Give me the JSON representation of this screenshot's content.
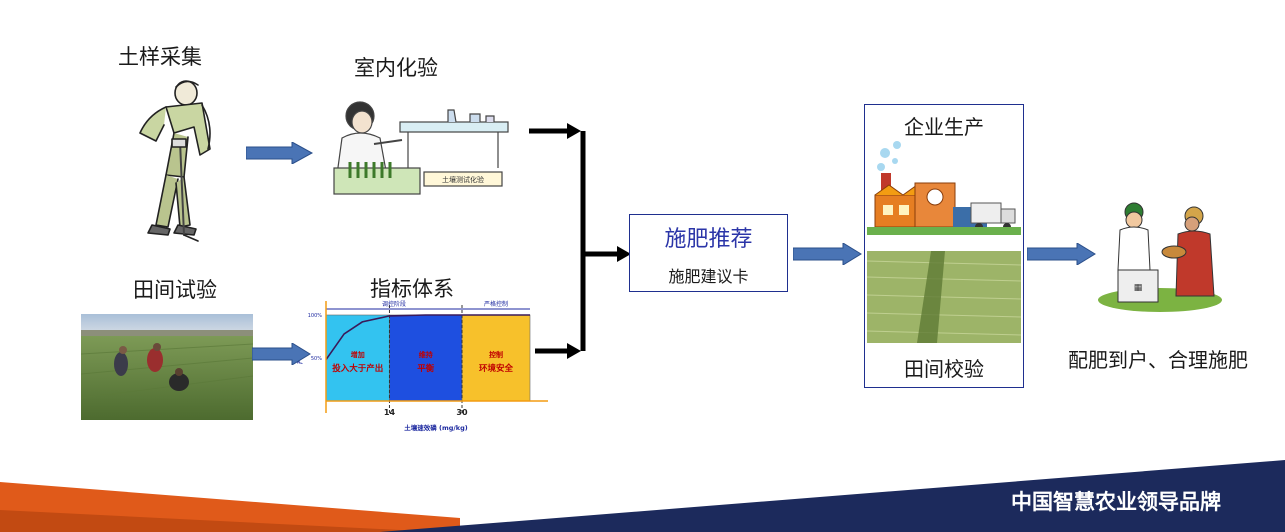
{
  "steps": {
    "soil_sampling": "土样采集",
    "lab_test": "室内化验",
    "field_trial": "田间试验",
    "index_system": "指标体系",
    "recommend_title": "施肥推荐",
    "recommend_card": "施肥建议卡",
    "enterprise": "企业生产",
    "field_verify": "田间校验",
    "distribution": "配肥到户、合理施肥"
  },
  "lab_sign": "土壤测试化验",
  "footer": {
    "brand": "中国智慧农业领导品牌"
  },
  "colors": {
    "arrow_blue": "#4a74b5",
    "card_border": "#1f2f8f",
    "footer_navy": "#1c2a5c",
    "footer_orange": "#e05a1a"
  },
  "chart_data": {
    "type": "area",
    "top_labels": [
      "调控阶段",
      "严格控制"
    ],
    "y_ticks": [
      "100%",
      "50%"
    ],
    "ylabel": "产量",
    "x_ticks": [
      "14",
      "30"
    ],
    "xlabel": "土壤速效磷 (mg/kg)",
    "zones": [
      {
        "x_range": [
          0,
          14
        ],
        "color": "#33c3f0",
        "tag": "增加",
        "text": "投入大于产出"
      },
      {
        "x_range": [
          14,
          30
        ],
        "color": "#1e4fe0",
        "tag": "维持",
        "text": "平衡"
      },
      {
        "x_range": [
          30,
          45
        ],
        "color": "#f7c12b",
        "tag": "控制",
        "text": "环境安全"
      }
    ],
    "curve": {
      "x": [
        0,
        4,
        8,
        14,
        22,
        30,
        45
      ],
      "y": [
        0.48,
        0.78,
        0.92,
        0.99,
        1.0,
        1.0,
        1.0
      ]
    }
  }
}
